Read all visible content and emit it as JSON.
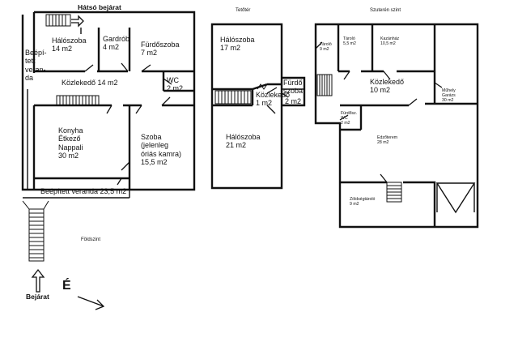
{
  "ground_floor": {
    "title": "Földszint",
    "back_entrance": "Hátsó bejárat",
    "entrance": "Bejárat",
    "north_marker": "É",
    "rooms": {
      "bedroom": "Hálószoba\n14 m2",
      "wardrobe": "Gardrób\n4 m2",
      "bathroom": "Fürdőszoba\n7 m2",
      "closed_veranda": "Beépí-\ntett\nveran-\nda",
      "corridor": "Közlekedő 14 m2",
      "wc": "WC\n2 m2",
      "kitchen": "Konyha\nÉtkező\nNappali\n30 m2",
      "room": "Szoba\n(jelenleg\nóriás kamra)\n15,5 m2",
      "veranda": "Beépített veranda 23,5 m2"
    }
  },
  "attic": {
    "title": "Tetőtér",
    "rooms": {
      "bedroom_top": "Hálószoba\n17 m2",
      "corridor": "Közlekedő\n1 m2",
      "bath": "Fürdő\nszoba",
      "bath_area": "2 m2",
      "bedroom_bottom": "Hálószoba\n21 m2"
    }
  },
  "basement": {
    "title": "Szuterén szint",
    "rooms": {
      "storage1": "Tároló\n9 m2",
      "storage2": "Tároló\n5,5 m2",
      "boiler": "Kazánház\n10,5 m2",
      "corridor": "Közlekedő\n10 m2",
      "workshop": "Műhely\nGarázs\n30 m2",
      "bath_wc": "Fürdősz.\nWC\n2 m2",
      "gym": "Edzőterem\n28 m2",
      "veg_storage": "Zöldségtároló\n9 m2"
    }
  }
}
